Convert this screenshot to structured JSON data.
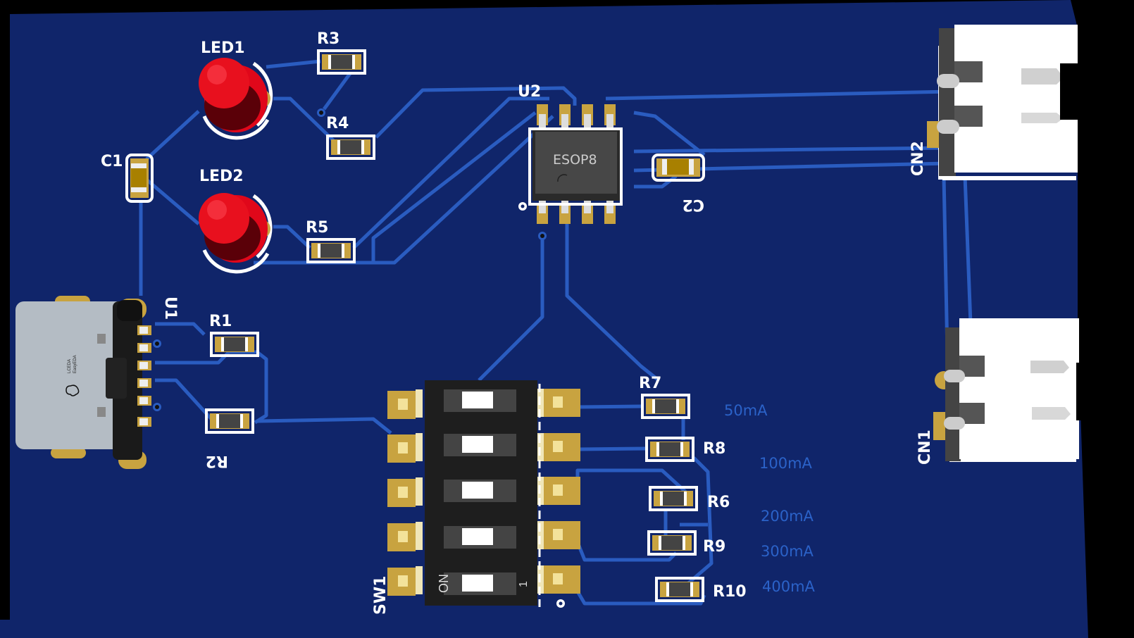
{
  "view": {
    "title": "PCB 3D preview",
    "board_color": "#10256a",
    "trace_color": "#2a5cc0",
    "silk_color": "#ffffff",
    "pad_color": "#c8a340"
  },
  "components": {
    "led1": "LED1",
    "led2": "LED2",
    "r1": "R1",
    "r2": "R2",
    "r3": "R3",
    "r4": "R4",
    "r5": "R5",
    "r6": "R6",
    "r7": "R7",
    "r8": "R8",
    "r9": "R9",
    "r10": "R10",
    "c1": "C1",
    "c2": "C2",
    "u1": "U1",
    "u2": "U2",
    "cn1": "CN1",
    "cn2": "CN2",
    "sw1": "SW1"
  },
  "u2_package": "ESOP8",
  "usb_logo_text": [
    "LCEDA",
    "EasyEDA"
  ],
  "dip_switch": {
    "on_label": "ON",
    "pin_label": "1",
    "positions": 5
  },
  "current_labels": [
    "50mA",
    "100mA",
    "200mA",
    "300mA",
    "400mA"
  ]
}
